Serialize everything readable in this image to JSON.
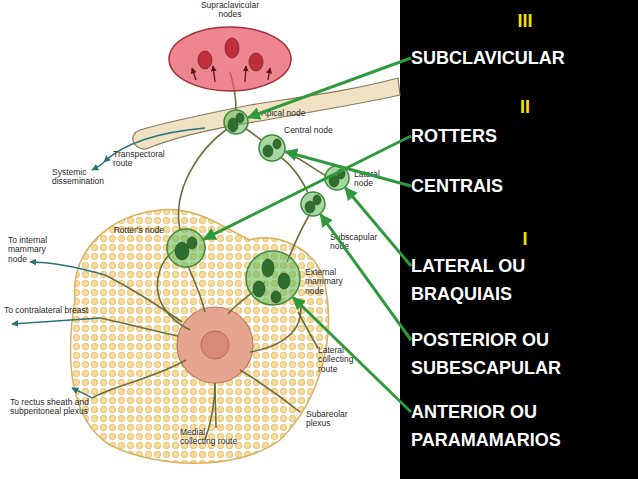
{
  "diagram": {
    "nodes": [
      {
        "text": [
          "Supraclavicular nodes"
        ]
      },
      {
        "text": [
          "Apical node"
        ]
      },
      {
        "text": [
          "Central node"
        ]
      },
      {
        "text": [
          "Lateral node"
        ]
      },
      {
        "text": [
          "Subscapular node"
        ]
      },
      {
        "text": [
          "Rotter's node"
        ]
      },
      {
        "text": [
          "External mammary node"
        ]
      },
      {
        "text": [
          "SUBCLAVICULAR"
        ]
      },
      {
        "text": [
          "ROTTERS"
        ]
      },
      {
        "text": [
          "CENTRAIS"
        ]
      },
      {
        "text": [
          "LATERAL OU BRAQUIAIS"
        ]
      },
      {
        "text": [
          "POSTERIOR OU SUBESCAPULAR"
        ]
      },
      {
        "text": [
          "ANTERIOR OU PARAMAMARIOS"
        ]
      }
    ],
    "edges": [
      {
        "from": 7,
        "to": 1,
        "arrow": "to"
      },
      {
        "from": 8,
        "to": 5,
        "arrow": "to"
      },
      {
        "from": 9,
        "to": 2,
        "arrow": "to"
      },
      {
        "from": 10,
        "to": 3,
        "arrow": "to"
      },
      {
        "from": 11,
        "to": 4,
        "arrow": "to"
      },
      {
        "from": 12,
        "to": 6,
        "arrow": "to"
      }
    ],
    "labels": [
      "III",
      "II",
      "I",
      "Transpectoral route",
      "Systemic dissemination",
      "To internal mammary node",
      "To contralateral breast",
      "To rectus sheath and subperitoneal plexus",
      "Lateral collecting route",
      "Subareolar plexus",
      "Medial collecting route"
    ]
  }
}
